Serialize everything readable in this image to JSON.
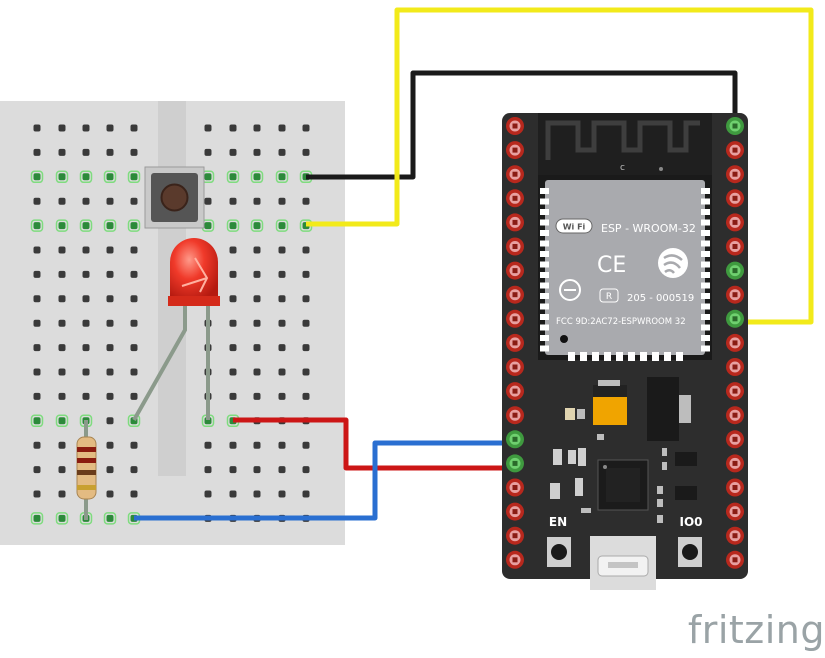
{
  "module": {
    "name": "ESP - WROOM-32",
    "fcc": "FCC 9D:2AC72-ESPWROOM 32",
    "cert": "205 - 000519",
    "r_mark": "R",
    "antenna_letter": "c",
    "wifi_badge": "Wi Fi",
    "ce_mark": "CE"
  },
  "board": {
    "en_label": "EN",
    "io0_label": "IO0",
    "regulator_color": "#f0a400"
  },
  "watermark": "fritzing",
  "wire_colors": {
    "black": "#1a1a1a",
    "yellow": "#f2ea1a",
    "red": "#cc1616",
    "blue": "#2a6fd1"
  },
  "icons": [
    "breadboard",
    "push-button",
    "red-led",
    "resistor",
    "esp32-board",
    "wifi-logo",
    "espressif-logo",
    "usb-port"
  ]
}
